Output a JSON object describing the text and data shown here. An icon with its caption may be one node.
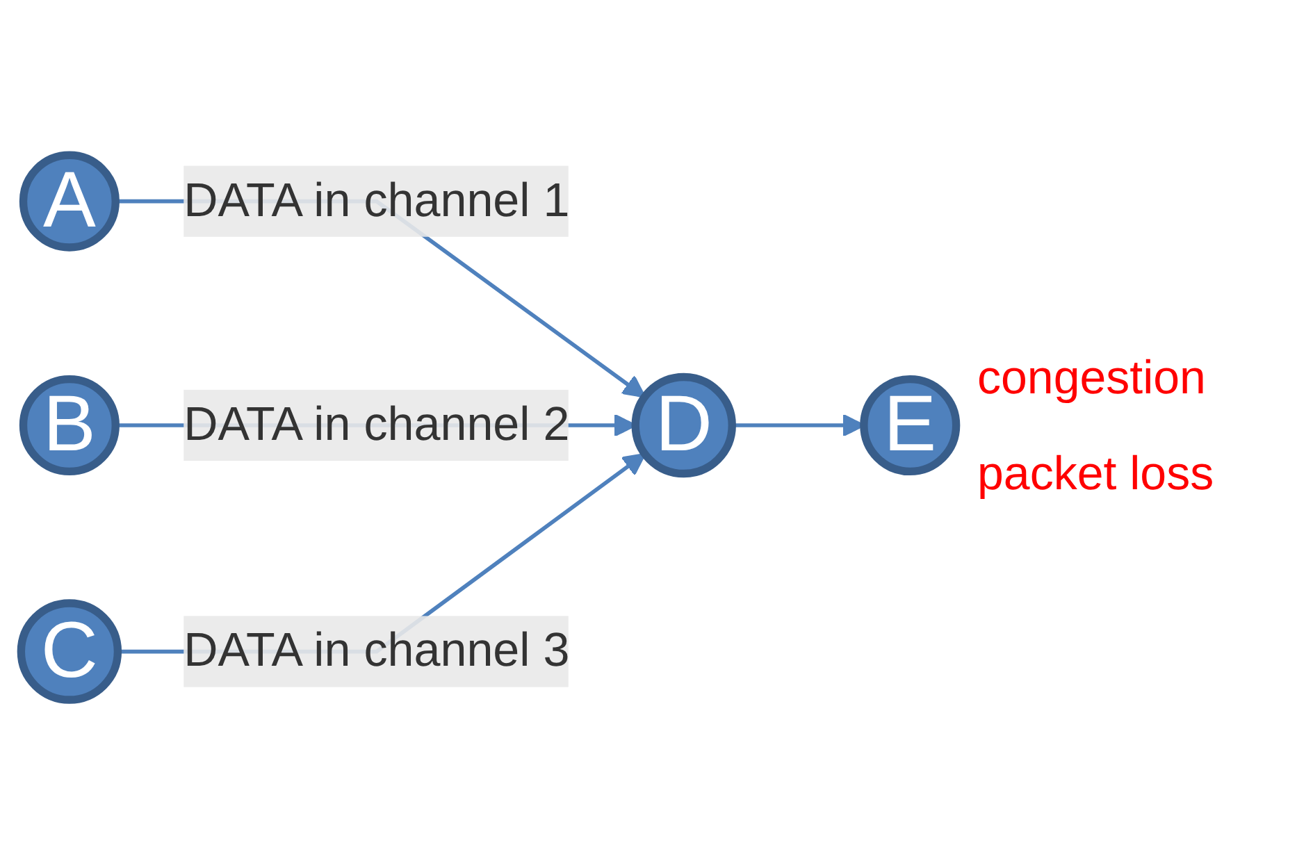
{
  "diagram": {
    "nodes": [
      {
        "text": [
          "A"
        ]
      },
      {
        "text": [
          "B"
        ]
      },
      {
        "text": [
          "C"
        ]
      },
      {
        "text": [
          "D"
        ]
      },
      {
        "text": [
          "E"
        ]
      }
    ],
    "edges": [
      {
        "from": 0,
        "to": 3,
        "arrow": "to",
        "label": "DATA in channel 1"
      },
      {
        "from": 1,
        "to": 3,
        "arrow": "to",
        "label": "DATA in channel 2"
      },
      {
        "from": 2,
        "to": 3,
        "arrow": "to",
        "label": "DATA in channel 3"
      },
      {
        "from": 3,
        "to": 4,
        "arrow": "to"
      }
    ],
    "labels": [
      "congestion",
      "packet loss"
    ]
  }
}
